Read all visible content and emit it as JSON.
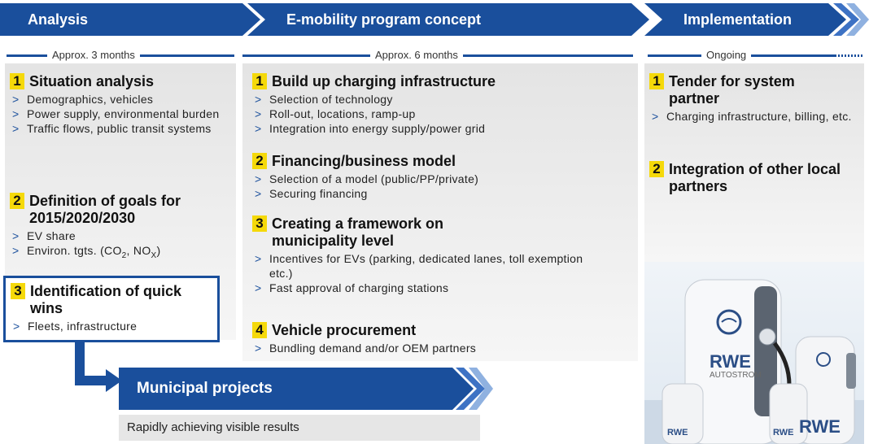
{
  "phases": {
    "analysis": "Analysis",
    "concept": "E-mobility program concept",
    "implementation": "Implementation"
  },
  "durations": {
    "analysis": "Approx. 3 months",
    "concept": "Approx. 6 months",
    "implementation": "Ongoing"
  },
  "analysis": {
    "s1": {
      "num": "1",
      "title": "Situation analysis",
      "items": [
        "Demographics, vehicles",
        "Power supply, environmental burden",
        "Traffic flows, public transit systems"
      ]
    },
    "s2": {
      "num": "2",
      "title": "Definition of goals for 2015/2020/2030",
      "items": [
        "EV share"
      ],
      "env_prefix": "Environ. tgts. (CO",
      "env_sub1": "2",
      "env_mid": ", NO",
      "env_sub2": "X",
      "env_suffix": ")"
    },
    "s3": {
      "num": "3",
      "title": "Identification of quick wins",
      "items": [
        "Fleets, infrastructure"
      ]
    }
  },
  "concept": {
    "s1": {
      "num": "1",
      "title": "Build up charging infrastructure",
      "items": [
        "Selection of technology",
        "Roll-out, locations, ramp-up",
        "Integration into energy supply/power grid"
      ]
    },
    "s2": {
      "num": "2",
      "title": "Financing/business model",
      "items": [
        "Selection of a model (public/PP/private)",
        "Securing financing"
      ]
    },
    "s3": {
      "num": "3",
      "title": "Creating a framework on municipality level",
      "items": [
        "Incentives for EVs (parking, dedicated lanes, toll exemption etc.)",
        "Fast approval of charging stations"
      ]
    },
    "s4": {
      "num": "4",
      "title": "Vehicle procurement",
      "items": [
        "Bundling demand and/or OEM partners"
      ]
    }
  },
  "implementation": {
    "s1": {
      "num": "1",
      "title": "Tender for system partner",
      "items": [
        "Charging infrastructure, billing, etc."
      ]
    },
    "s2": {
      "num": "2",
      "title": "Integration of other local partners"
    }
  },
  "municipal": {
    "title": "Municipal projects",
    "subtitle": "Rapidly achieving visible results"
  },
  "photo": {
    "brand": "RWE",
    "sub": "AUTOSTROM",
    "small_brand": "RWE"
  }
}
